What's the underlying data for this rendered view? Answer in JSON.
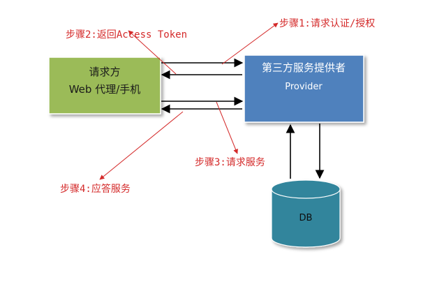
{
  "colors": {
    "requester_fill": "#9bbb59",
    "provider_fill": "#4f81bd",
    "db_fill": "#31859c",
    "step_text": "#d42a2a",
    "arrow_black": "#000000"
  },
  "requester": {
    "line1": "请求方",
    "line2": "Web 代理/手机"
  },
  "provider": {
    "line1": "第三方服务提供者",
    "line2": "Provider"
  },
  "db": {
    "label": "DB"
  },
  "steps": {
    "step1": "步骤1:请求认证/授权",
    "step2": "步骤2:返回Access Token",
    "step3": "步骤3:请求服务",
    "step4": "步骤4:应答服务"
  }
}
